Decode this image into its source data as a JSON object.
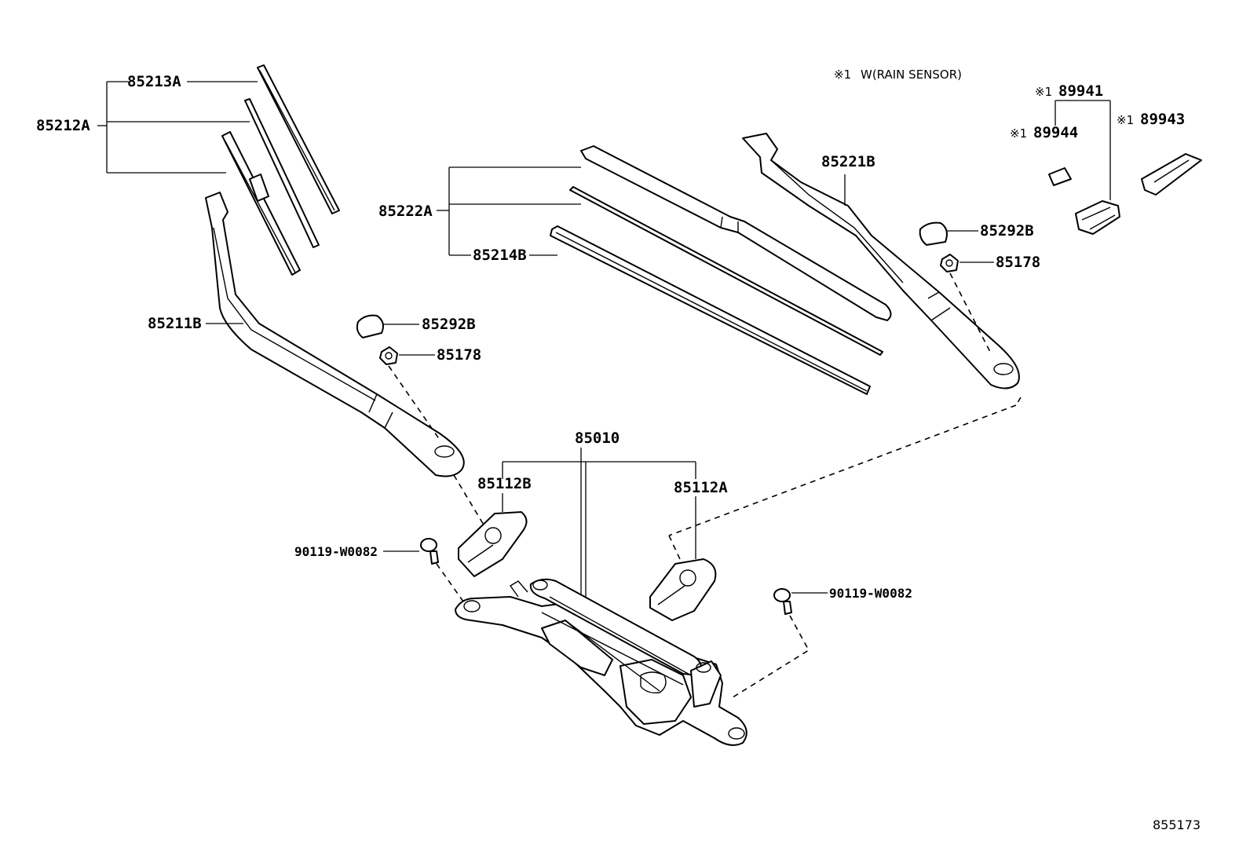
{
  "labels": {
    "p85213A": "85213A",
    "p85212A": "85212A",
    "p85211B": "85211B",
    "p85292B_left": "85292B",
    "p85178_left": "85178",
    "p85222A": "85222A",
    "p85214B": "85214B",
    "p85221B": "85221B",
    "p85292B_right": "85292B",
    "p85178_right": "85178",
    "p85010": "85010",
    "p85112B": "85112B",
    "p85112A": "85112A",
    "p90119_left": "90119-W0082",
    "p90119_right": "90119-W0082",
    "p89941": "89941",
    "p89944": "89944",
    "p89943": "89943"
  },
  "marks": {
    "ref": "※1",
    "note_prefix": "※1",
    "note_text": "W(RAIN SENSOR)"
  },
  "diagram_id": "855173"
}
